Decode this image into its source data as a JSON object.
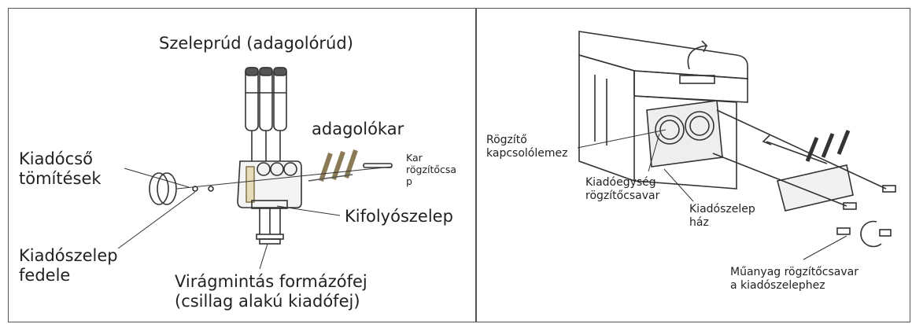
{
  "left_panel": {
    "valve_rod": "Szeleprúd (adagolórúd)",
    "handle": "adagolókar",
    "handle_pin": "Kar\nrögzítőcsa\np",
    "seals": "Kiadócső\ntömítések",
    "outlet_valve": "Kifolyószelep",
    "cap": "Kiadószelep\nfedele",
    "nozzle": "Virágmintás formázófej\n(csillag alakú kiadófej)"
  },
  "right_panel": {
    "lock_plate": "Rögzítő\nkapcsolólemez",
    "unit_screw": "Kiadóegység\nrögzítőcsavar",
    "valve_housing": "Kiadószelep\nház",
    "plastic_screw": "Műanyag rögzítőcsavar\na kiadószelephez"
  },
  "colors": {
    "frame": "#555555",
    "line": "#333333",
    "accent": "#8a7a55"
  }
}
